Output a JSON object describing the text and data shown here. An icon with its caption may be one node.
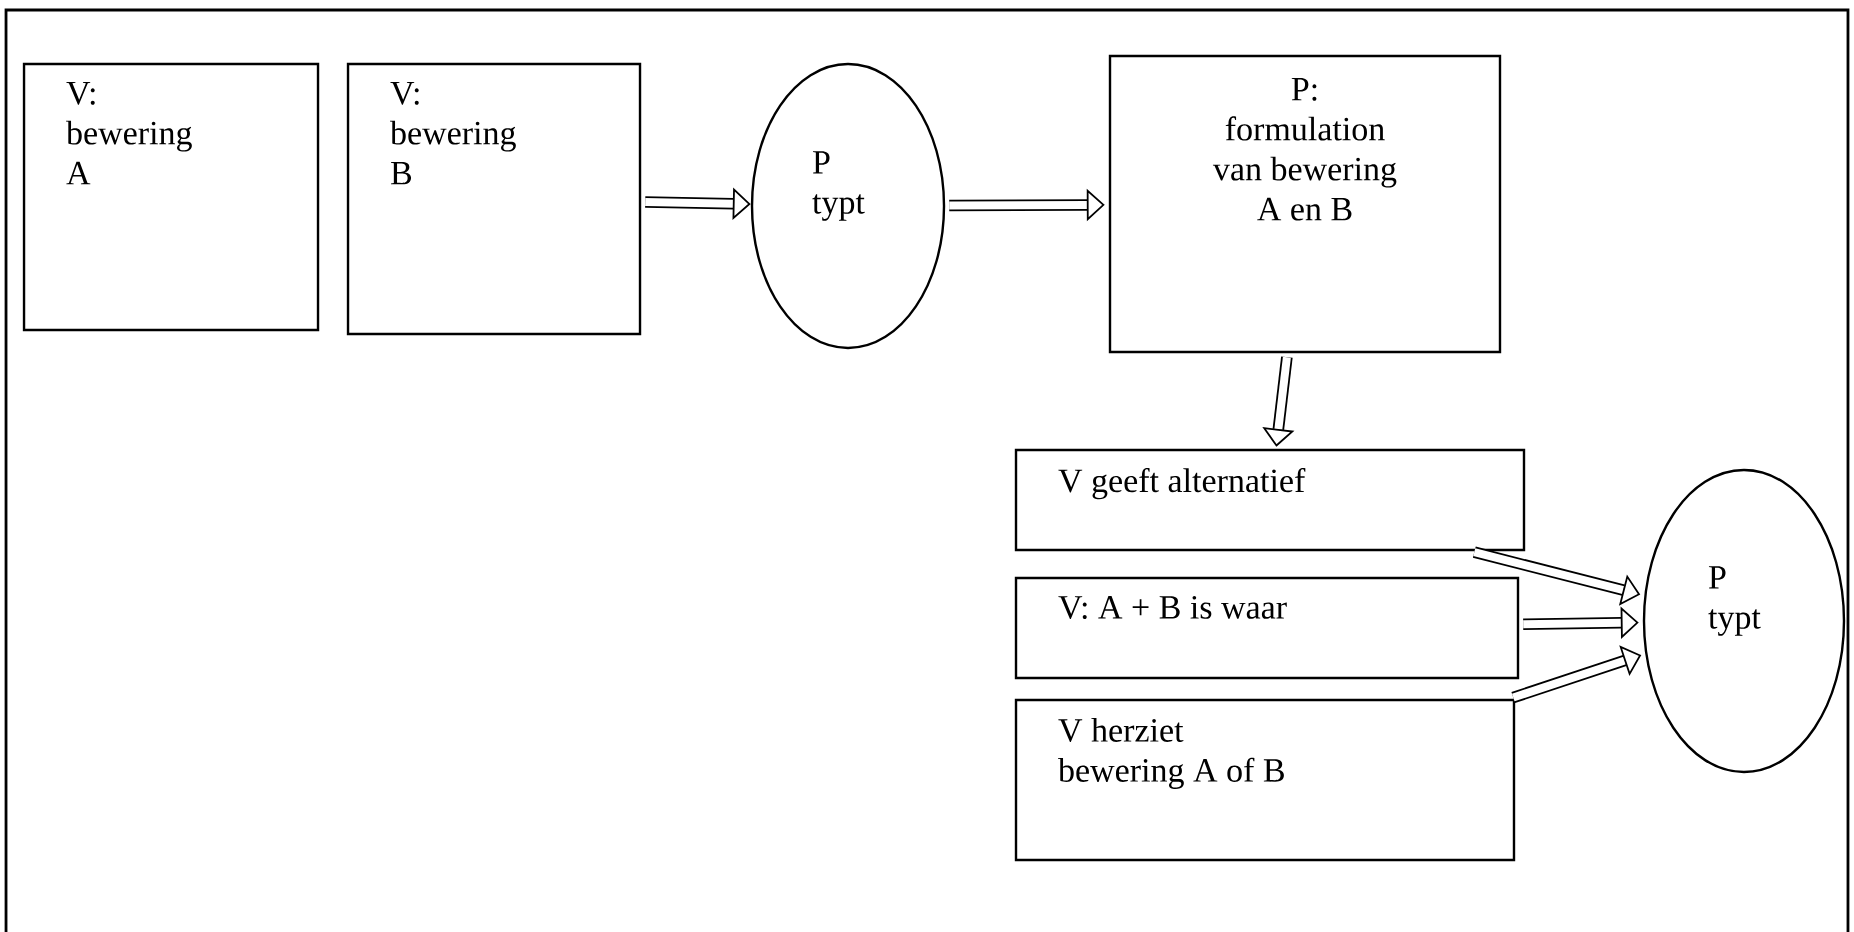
{
  "diagram": {
    "nodes": [
      {
        "text": [
          "V: bewering A"
        ]
      },
      {
        "text": [
          "V: bewering B"
        ]
      },
      {
        "text": [
          "P typt"
        ]
      },
      {
        "text": [
          "P: formulation van bewering A en B"
        ]
      },
      {
        "text": [
          "V geeft alternatief"
        ]
      },
      {
        "text": [
          "V: A + B  is waar"
        ]
      },
      {
        "text": [
          "V herziet bewering A of B"
        ]
      },
      {
        "text": [
          "P typt"
        ]
      }
    ],
    "edges": [
      {
        "from": 1,
        "to": 2,
        "arrow": "to"
      },
      {
        "from": 2,
        "to": 3,
        "arrow": "to"
      },
      {
        "from": 3,
        "to": 4,
        "arrow": "to"
      },
      {
        "from": 4,
        "to": 7,
        "arrow": "to"
      },
      {
        "from": 5,
        "to": 7,
        "arrow": "to"
      },
      {
        "from": 6,
        "to": 7,
        "arrow": "to"
      }
    ]
  }
}
